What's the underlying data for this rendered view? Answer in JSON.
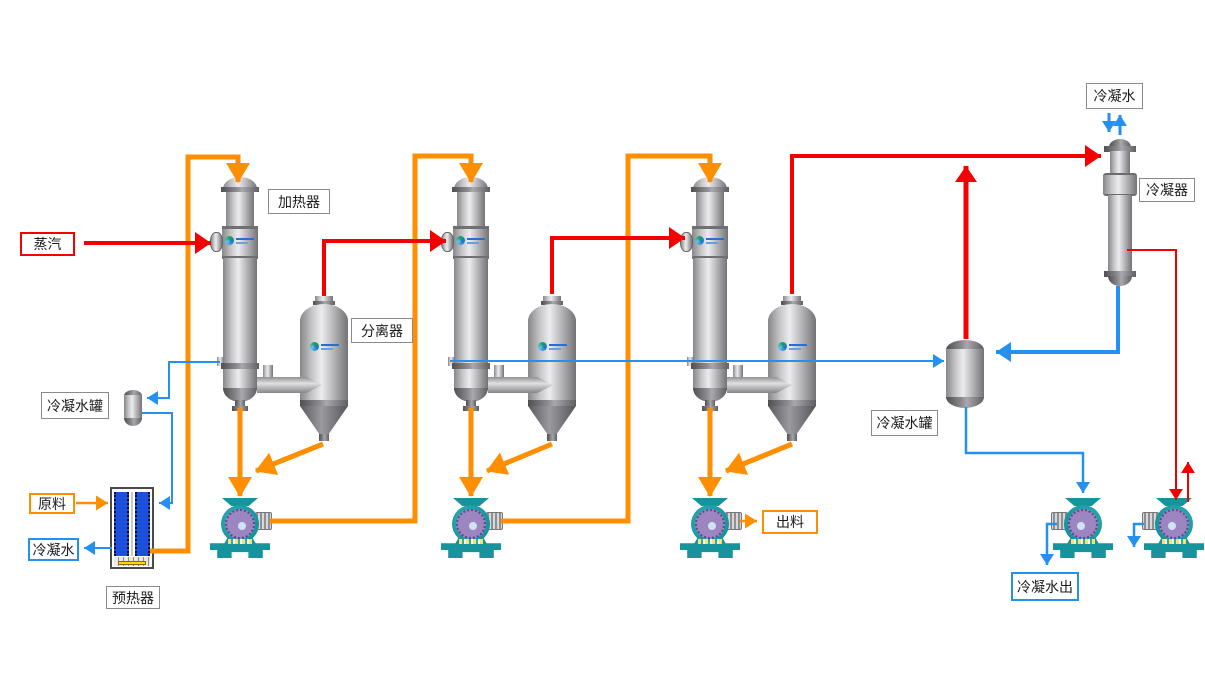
{
  "labels": {
    "steam": {
      "text": "蒸汽"
    },
    "heater": {
      "text": "加热器"
    },
    "separator": {
      "text": "分离器"
    },
    "small_condensate_tank": {
      "text": "冷凝水罐"
    },
    "raw_material": {
      "text": "原料"
    },
    "condensate_return": {
      "text": "冷凝水"
    },
    "preheater": {
      "text": "预热器"
    },
    "discharge": {
      "text": "出料"
    },
    "main_condensate_tank": {
      "text": "冷凝水罐"
    },
    "condensate_out": {
      "text": "冷凝水出"
    },
    "cooling_water": {
      "text": "冷凝水"
    },
    "condenser": {
      "text": "冷凝器"
    }
  },
  "colors": {
    "steam_line": "#f50000",
    "product_line": "#ff8e00",
    "condensate_line": "#2490f0",
    "pump_teal": "#16939c",
    "pump_impeller": "#9c85c0",
    "preheater_blue": "#1d4fdd",
    "label_border_gray": "#8a8a8a"
  }
}
